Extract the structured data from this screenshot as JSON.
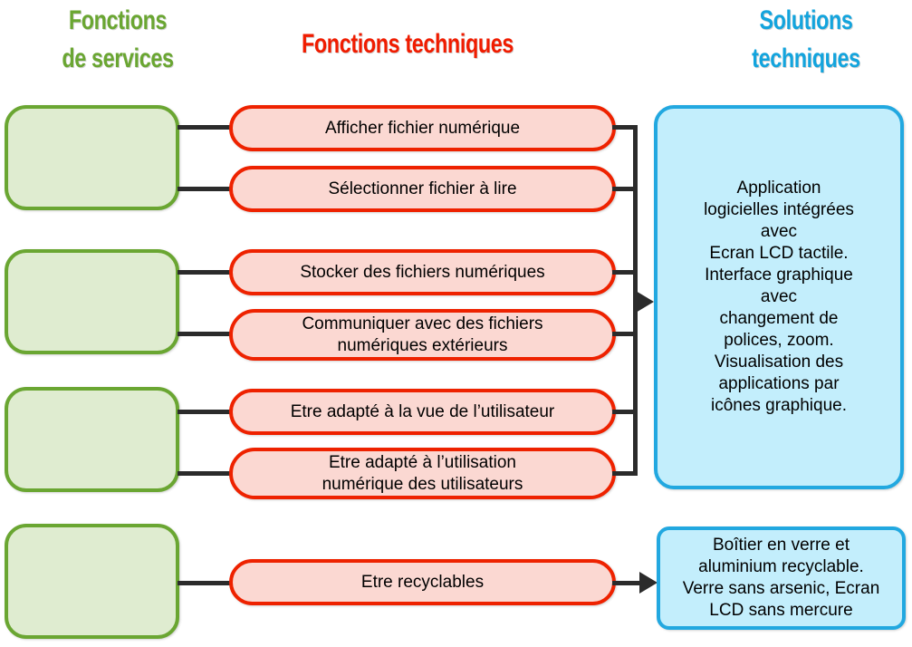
{
  "headings": {
    "services_line1": "Fonctions",
    "services_line2": "de services",
    "techniques": "Fonctions techniques",
    "solutions_line1": "Solutions",
    "solutions_line2": "techniques"
  },
  "colors": {
    "service_text": "#6aa632",
    "service_fill": "#dfecd0",
    "service_border": "#6aa632",
    "function_text": "#f01c00",
    "function_fill": "#fbd8d2",
    "function_border": "#ee2200",
    "solution_text": "#13a4dd",
    "solution_fill": "#c3eefc",
    "solution_border": "#22a8e0",
    "connector": "#2b2b2b"
  },
  "service_boxes": [
    {
      "label": ""
    },
    {
      "label": ""
    },
    {
      "label": ""
    },
    {
      "label": ""
    }
  ],
  "technical_functions": [
    {
      "label": "Afficher fichier numérique"
    },
    {
      "label": "Sélectionner fichier à lire"
    },
    {
      "label": "Stocker des fichiers numériques"
    },
    {
      "label": "Communiquer avec des fichiers\nnumériques extérieurs"
    },
    {
      "label": "Etre adapté à la vue de l’utilisateur"
    },
    {
      "label": "Etre adapté à l’utilisation\nnumérique des utilisateurs"
    },
    {
      "label": "Etre recyclables"
    }
  ],
  "solutions": [
    {
      "label": "Application\nlogicielles intégrées\navec\nEcran LCD tactile.\nInterface graphique\navec\nchangement de\npolices, zoom.\nVisualisation des\napplications par\nicônes graphique."
    },
    {
      "label": "Boîtier en verre et\naluminium recyclable.\nVerre sans arsenic, Ecran\nLCD sans mercure"
    }
  ]
}
